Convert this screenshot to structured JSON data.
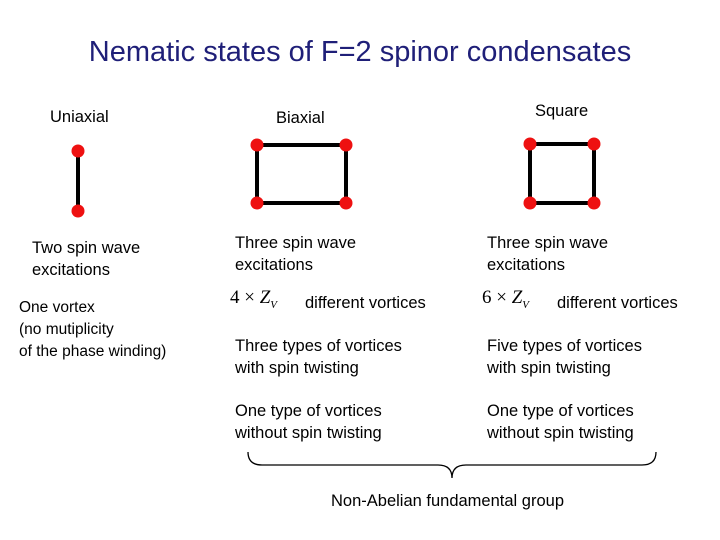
{
  "title": "Nematic states of F=2 spinor condensates",
  "columns": {
    "uniaxial": {
      "heading": "Uniaxial",
      "spin_wave": [
        "Two spin wave",
        "excitations"
      ],
      "vortex": [
        "One vortex",
        "(no mutiplicity",
        "of the phase winding)"
      ]
    },
    "biaxial": {
      "heading": "Biaxial",
      "spin_wave": [
        "Three spin wave",
        "excitations"
      ],
      "vortices_factor": "4",
      "vortices_label": "different vortices",
      "twisting": [
        "Three types of vortices",
        "with spin twisting"
      ],
      "non_twisting": [
        "One type of vortices",
        "without spin twisting"
      ]
    },
    "square": {
      "heading": "Square",
      "spin_wave": [
        "Three spin wave",
        "excitations"
      ],
      "vortices_factor": "6",
      "vortices_label": "different vortices",
      "twisting": [
        "Five types of vortices",
        "with spin twisting"
      ],
      "non_twisting": [
        "One type of vortices",
        "without spin twisting"
      ]
    }
  },
  "math_symbols": {
    "times": "×",
    "group": "Z",
    "group_sub": "V"
  },
  "brace_label": "Non-Abelian fundamental group",
  "colors": {
    "title": "#1f1f78",
    "dot": "#ee1111",
    "line": "#000000"
  }
}
